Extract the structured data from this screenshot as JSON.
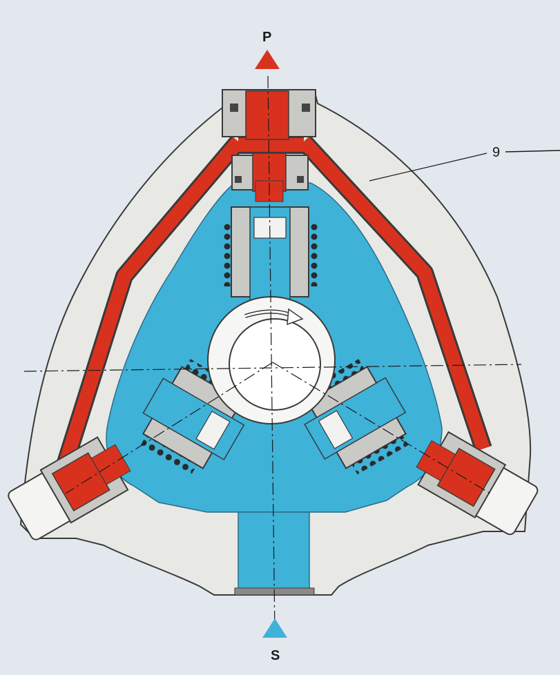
{
  "diagram": {
    "labels": {
      "pressure_port": "P",
      "suction_port": "S",
      "part_callout": "9"
    },
    "colors": {
      "background": "#e3e8ef",
      "housing": "#e8e8e5",
      "outline": "#3a3a3a",
      "pressure_red": "#d8321e",
      "suction_blue": "#3fb2d8",
      "shaft_white": "#f6f6f4",
      "seal_dark": "#444444"
    },
    "icons": [
      "pressure-port-arrow-icon",
      "suction-port-arrow-icon",
      "rotation-direction-arrow-icon"
    ]
  }
}
